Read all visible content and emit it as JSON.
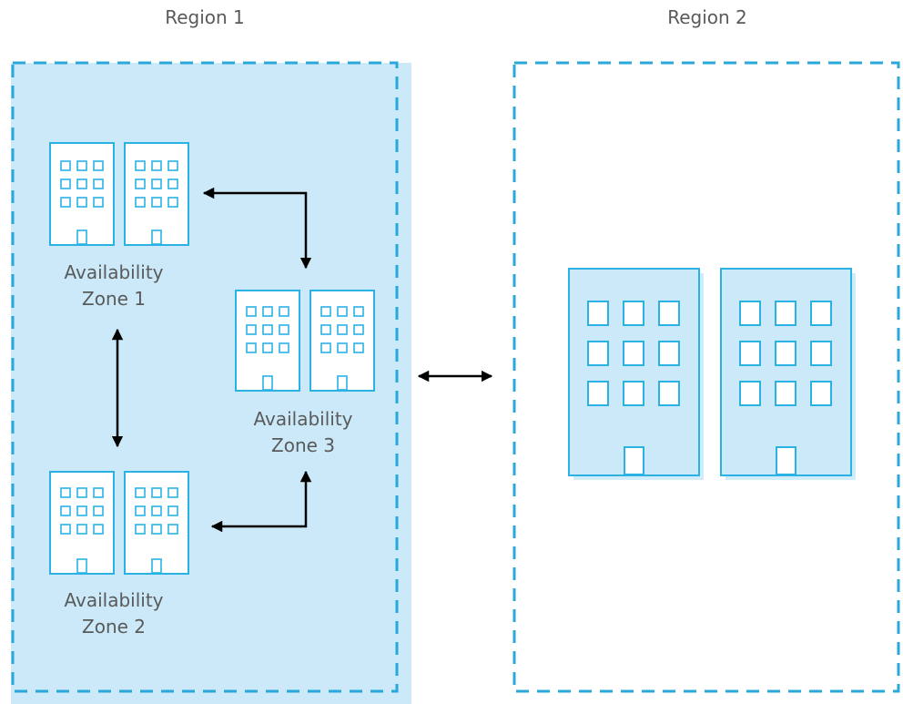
{
  "regions": [
    {
      "title": "Region 1"
    },
    {
      "title": "Region 2"
    }
  ],
  "zones": [
    {
      "line1": "Availability",
      "line2": "Zone 1"
    },
    {
      "line1": "Availability",
      "line2": "Zone 2"
    },
    {
      "line1": "Availability",
      "line2": "Zone 3"
    }
  ],
  "colors": {
    "region_border": "#2aa8d9",
    "region1_fill": "#cbe9f8",
    "building_stroke": "#2ab2e4",
    "building_fill": "#ffffff",
    "building_fill_large": "#cbe9f8",
    "arrow": "#000000",
    "label": "#5a5a5a"
  },
  "icons": {
    "building": "office-building-icon",
    "arrow": "double-headed-arrow-icon"
  }
}
